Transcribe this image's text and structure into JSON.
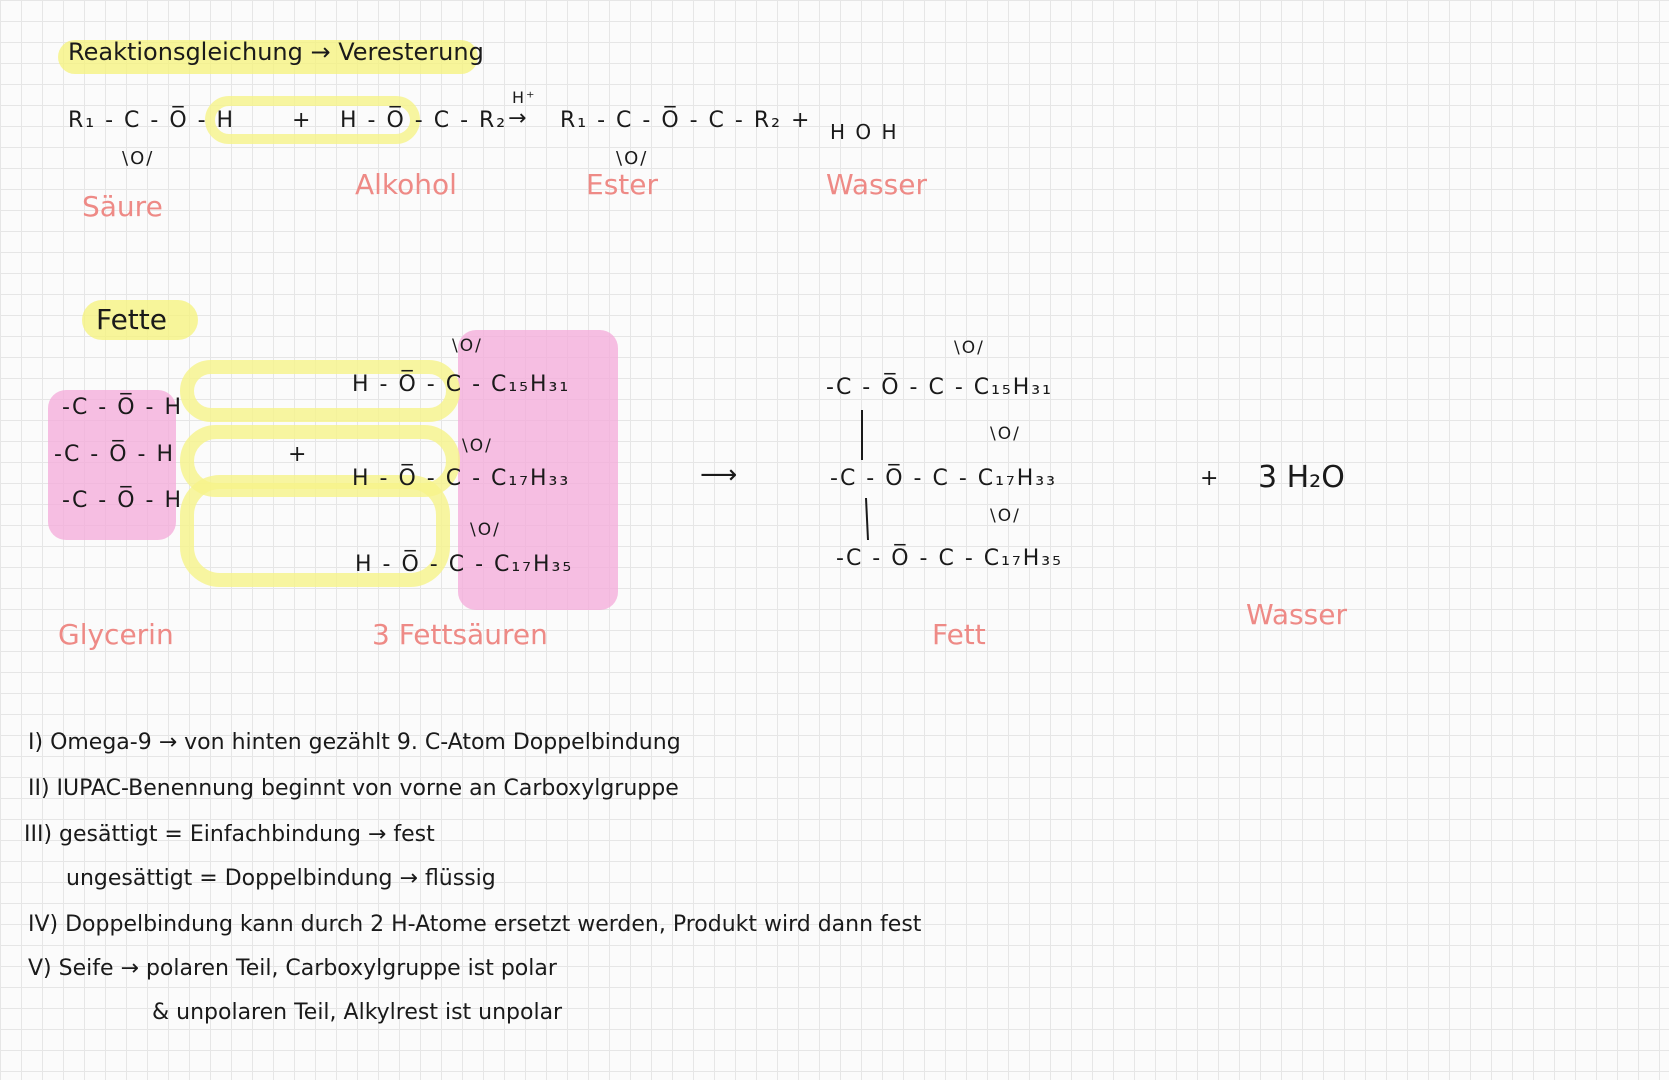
{
  "section1": {
    "title": "Reaktionsgleichung → Veresterung",
    "acid": "R₁ - C - O̅ - H",
    "acid_o": "\\O/",
    "plus": "+",
    "alcohol": "H - O̅ - C - R₂",
    "catalyst": "H⁺",
    "ester": "R₁ - C - O̅ - C - R₂  +",
    "ester_o": "\\O/",
    "water": "H   O   H",
    "labels": {
      "acid": "Säure",
      "alcohol": "Alkohol",
      "ester": "Ester",
      "water": "Wasser"
    }
  },
  "section2": {
    "title": "Fette",
    "glycerin_rows": [
      "-C - O̅ - H",
      "-C - O̅ - H",
      "-C - O̅ - H"
    ],
    "plus": "+",
    "acids": [
      {
        "formula": "H - O̅ - C - C₁₅H₃₁",
        "o": "\\O/"
      },
      {
        "formula": "H - O̅ - C - C₁₇H₃₃",
        "o": "\\O/"
      },
      {
        "formula": "H - O̅ - C - C₁₇H₃₅",
        "o": "\\O/"
      }
    ],
    "fat_rows": [
      {
        "formula": "-C - O̅ - C - C₁₅H₃₁",
        "o": "\\O/"
      },
      {
        "formula": "-C - O̅ - C - C₁₇H₃₃",
        "o": "\\O/"
      },
      {
        "formula": "-C - O̅ - C - C₁₇H₃₅",
        "o": "\\O/"
      }
    ],
    "product_plus": "+",
    "water": "3 H₂O",
    "labels": {
      "glycerin": "Glycerin",
      "acids": "3 Fettsäuren",
      "fat": "Fett",
      "water": "Wasser"
    }
  },
  "notes": [
    "I)  Omega-9 → von hinten gezählt   9. C-Atom Doppelbindung",
    "II)  IUPAC-Benennung beginnt von vorne an Carboxylgruppe",
    "III)  gesättigt = Einfachbindung → fest",
    "ungesättigt = Doppelbindung → flüssig",
    "IV) Doppelbindung kann durch  2 H-Atome ersetzt werden, Produkt wird dann fest",
    "V)  Seife → polaren Teil, Carboxylgruppe ist polar",
    "& unpolaren Teil, Alkylrest ist unpolar"
  ]
}
